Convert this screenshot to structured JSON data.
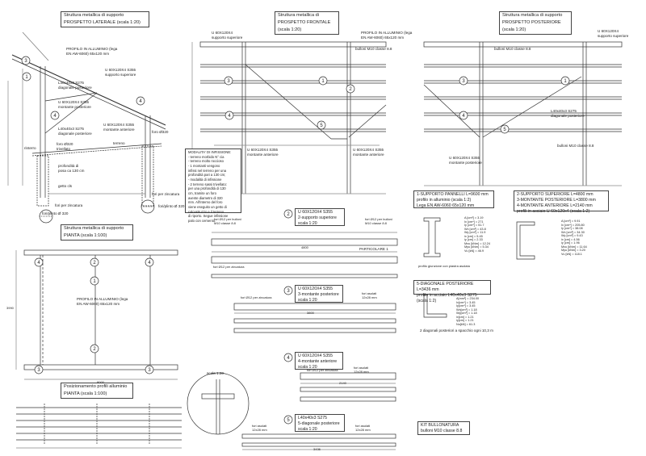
{
  "title_blocks": [
    {
      "title": "Struttura metallica di supporto",
      "sub": "PROSPETTO LATERALE (scala 1:20)"
    },
    {
      "title": "Struttura metallica di supporto",
      "sub": "PROSPETTO FRONTALE (scala 1:20)"
    },
    {
      "title": "Struttura metallica di supporto",
      "sub": "PROSPETTO POSTERIORE (scala 1:20)"
    },
    {
      "title": "Struttura metallica di supporto",
      "sub": "PIANTA (scala 1:100)"
    },
    {
      "title": "Posizionamento profili alluminio",
      "sub": "PIANTA (scala 1:100)"
    }
  ],
  "side_view": {
    "labels": {
      "profilo": "PROFILO IN ALLUMINIO (lega\nEN AW-6060) 65x120 mm",
      "sup": "U 60X120X4 S355\nsupporto superiore",
      "diag_post": "L40x40x3 S275\ndiagonale posteriore",
      "mont_post": "U 60X120X4 S355\nmontante posteriore",
      "diag_post2": "L40x40x3 S275\ndiagonale posteriore",
      "mont_ant": "U 60X120X4 S355\nmontante anteriore",
      "terreno": "terreno",
      "rinterro": "rinterro",
      "foro": "foro Ø320\ntrivellato",
      "foro2": "foro Ø320",
      "profondita": "profondità di\nposa ca 130 cm",
      "getto": "getto cls",
      "fori_zincatura": "fori per zincatura",
      "fori_ghisa": "fori/plinto Ø 320",
      "fori_zincatura2": "fori per zincatura",
      "fori_ghisa2": "fori/plinto Ø 320"
    }
  },
  "front_view": {
    "labels": {
      "sup": "U 60X120X4\nsupporto superiore",
      "profilo": "PROFILO IN ALLUMINIO (lega\nEN AW-6060) 65x120 mm",
      "bulloni": "bulloni M10 classe 8.8",
      "mont_ant_l": "U 60X120X4 S355\nmontante anteriore",
      "mont_ant_r": "U 60X120X4 S355\nmontante anteriore"
    }
  },
  "rear_view": {
    "labels": {
      "sup": "U 60X120X4\nsupporto superiore",
      "bulloni": "bulloni M10 classe 8.8",
      "diag": "L40x40x3 S275\ndiagonale posteriore",
      "mont_post": "U 60X120X4 S355\nmontante posteriore",
      "bulloni2": "bulloni M10 classe 8.8"
    }
  },
  "notes_box": "MODALITA' DI INFISSIONE:\n- terreno morbido N° cia\n- terreno molto roccioso\n- 1 montanti vengono\ninfissi nel terreno per una\nprofondità pari a 130 cm;\n- modalità di infissione\n- 2 terreno sassi trivellato:\nper una profondità di 130\ncm, tramite un foro\navente diametro di 320\nmm. All'interno del foro\nviene eseguito un getto di\ncalcestruzzo e il terreno\ndi riporto. Segue infissione\npalo con cemento.",
  "part2": {
    "title": "U 60X120X4 S355\n2-supporto superiore\nscala 1:20",
    "fori": "fori Ø12 per bulloni\nM10 classe 8.8",
    "fori_r": "fori Ø12 per bulloni\nM10 classe 8.8",
    "particolare": "PARTICOLARE 1",
    "fori_zinc": "fori Ø12 per zincatura",
    "len": "4800"
  },
  "part3": {
    "title": "U 60X120X4 S355\n3-montante posteriore\nscala 1:20",
    "fori_zinc": "fori Ø12 per zincatura",
    "asola": "fori asolati\n12x28 mm",
    "len": "3800"
  },
  "part4": {
    "title": "U 60X120X4 S355\n4-montante anteriore\nscala 1:20",
    "fori_zinc": "fori Ø12 per zincatura",
    "asola": "fori asolati\n12x28 mm",
    "len": "2140"
  },
  "part5": {
    "title": "L40x40x3 S275\n5-diagonale posteriore\nscala 1:20",
    "asola_l": "fori asolati\n12x28 mm",
    "asola_r": "fori asolati\n12x28 mm",
    "len": "3436"
  },
  "plan_view": {
    "profilo": "PROFILO IN ALLUMINIO (lega\nEN AW-6060) 65x120 mm",
    "width": "8000",
    "depth": "3990"
  },
  "detail_scale": "scala 1:20",
  "spec1": "1-SUPPORTO PANNELLI L=9600 mm\nprofilo in alluminio (scala 1:2)\nLega EN AW-6060 65x120 mm",
  "spec1_caption": "profilo giunzione con piastra asolata",
  "spec1_props": "A  [cm²]  =  3.19\nIx [cm⁴]  =  271\nIy [cm⁴]  =  51.7\nWx [cm³]  =  43.8\nWy [cm³]  =  11.9\nix [cm]   =  5.45\niy [cm]   =  2.33\nMxu [kNm] =  12.24\nMyu [kNm] =  5.34\nVu [kN]   =  46.9",
  "spec2": "2-SUPPORTO SUPERIORE L=4800 mm\n3-MONTANTE POSTERIORE L=3800 mm\n4-MONTANTE ANTERIORE L=2140 mm\nprofili in acciaio U 60x120x4 (scala 1:2)",
  "spec2_props": "A  [cm²]  =  9.91\nIx [cm⁴]  =  205.80\nIy [cm⁴]  =  38.08\nWx [cm³]  =  34.30\nWy [cm³]  =  9.43\nix [cm]   =  4.56\niy [cm]   =  1.96\nMxu [kNm] =  11.64\nMyu [kNm] =  3.20\nVu [kN]   =  118.1",
  "spec3": "5-DIAGONALE POSTERIORE L=3436 mm\nprofilo in acciaio L40x40x3 S275\n(scala 1:2)",
  "spec3_props": "A[mm²] = 234.00\nIx[cm⁴] = 3.45\nIy[cm⁴] = 3.45\nWx[cm³] = 1.18\nWy[cm³] = 1.18\nix[cm] = 1.21\niy[cm] = 1.21\nNu[kN] = 61.3",
  "spec3_caption": "2 diagonali posteriori a spacchio ogni 10,3 m",
  "kit_box": "KIT BULLONATURA\nbulloni M10 classe 8.8",
  "circle_nums": [
    "1",
    "2",
    "3",
    "4",
    "5"
  ],
  "dims": {
    "d1": "4800",
    "d2": "3800",
    "d3": "2140",
    "d4": "8000",
    "d5": "3990",
    "d6": "9600"
  },
  "colors": {
    "line": "#333333",
    "thin": "#666666",
    "paper": "#ffffff"
  }
}
